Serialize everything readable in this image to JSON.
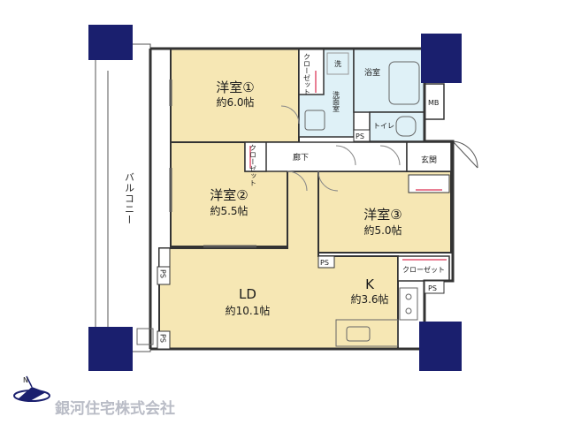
{
  "colors": {
    "room_fill": "#f6e7b4",
    "wet_fill": "#dff1f7",
    "corridor_fill": "#ffffff",
    "pillar": "#1a1f6e",
    "wall": "#333333",
    "closet_door": "#e97f94"
  },
  "rooms": {
    "western1": {
      "name": "洋室①",
      "size": "約6.0帖"
    },
    "western2": {
      "name": "洋室②",
      "size": "約5.5帖"
    },
    "western3": {
      "name": "洋室③",
      "size": "約5.0帖"
    },
    "ld": {
      "name": "LD",
      "size": "約10.1帖"
    },
    "kitchen": {
      "name": "K",
      "size": "約3.6帖"
    }
  },
  "labels": {
    "closet_top": "クローゼット",
    "closet_mid": "クローゼット",
    "closet_k": "クローゼット",
    "wash": "洗",
    "washroom": "洗面室",
    "bath": "浴室",
    "toilet": "トイレ",
    "mb": "MB",
    "corridor": "廊下",
    "entrance": "玄関",
    "balcony": "バルコニー",
    "ps": "PS"
  },
  "compass": {
    "north": "N",
    "icon": "compass-north-icon"
  },
  "company": {
    "name": "銀河住宅株式会社"
  }
}
